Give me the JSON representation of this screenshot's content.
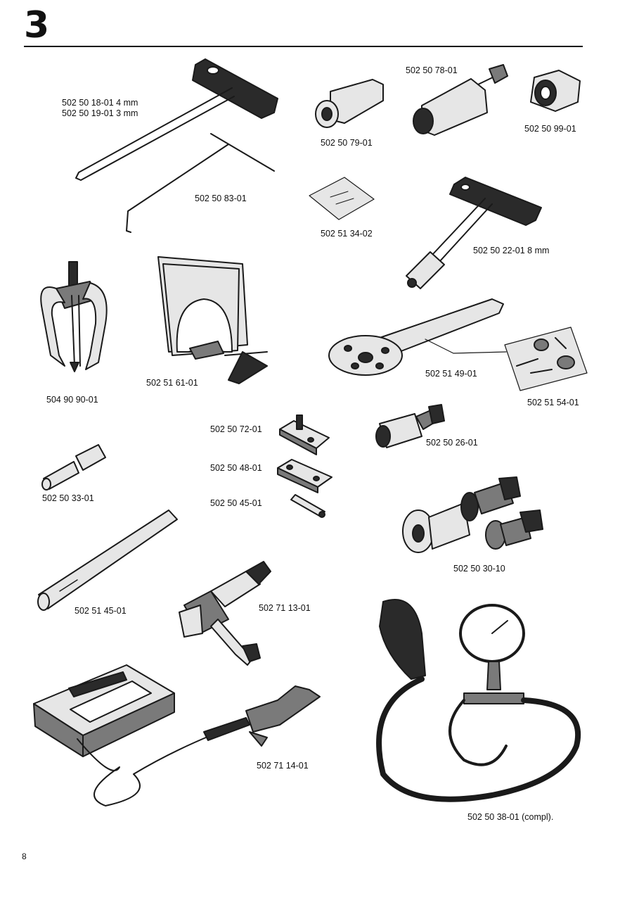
{
  "page": {
    "chapter": "3",
    "page_number": "8"
  },
  "tools": [
    {
      "id": "t-handle-hex",
      "label": "502 50 18-01 4 mm"
    },
    {
      "id": "t-handle-hex-3",
      "label": "502 50 19-01 3 mm"
    },
    {
      "id": "t-hook",
      "label": "502 50 83-01"
    },
    {
      "id": "t-sleeve",
      "label": "502 50 79-01"
    },
    {
      "id": "t-puller-bolt",
      "label": "502 50 78-01"
    },
    {
      "id": "t-nut",
      "label": "502 50 99-01"
    },
    {
      "id": "t-decal",
      "label": "502 51 34-02"
    },
    {
      "id": "t-tbar-socket",
      "label": "502 50 22-01 8 mm"
    },
    {
      "id": "t-claw-puller",
      "label": "504 90 90-01"
    },
    {
      "id": "t-clamp",
      "label": "502 51 61-01"
    },
    {
      "id": "t-flywheel-holder",
      "label": "502 51 49-01"
    },
    {
      "id": "t-parts-kit",
      "label": "502 51 54-01"
    },
    {
      "id": "t-plate-stud",
      "label": "502 50 72-01"
    },
    {
      "id": "t-plate",
      "label": "502 50 48-01"
    },
    {
      "id": "t-pin",
      "label": "502 50 45-01"
    },
    {
      "id": "t-adapter",
      "label": "502 50 26-01"
    },
    {
      "id": "t-drift",
      "label": "502 50 33-01"
    },
    {
      "id": "t-press-kit",
      "label": "502 50 30-10"
    },
    {
      "id": "t-spanner",
      "label": "502 51 45-01"
    },
    {
      "id": "t-spark-tester",
      "label": "502 71 13-01"
    },
    {
      "id": "t-rev-counter",
      "label": "502 71 14-01"
    },
    {
      "id": "t-pressure-tester",
      "label": "502 50 38-01 (compl)."
    }
  ]
}
